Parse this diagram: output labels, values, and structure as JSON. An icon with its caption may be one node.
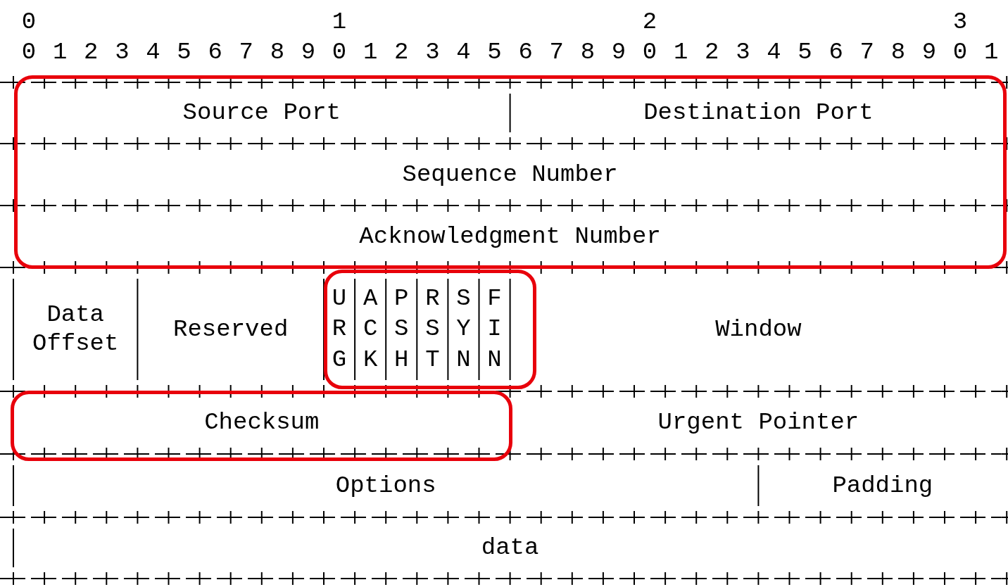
{
  "diagram": {
    "nodes": [
      {
        "text": [],
        "shape": "box"
      },
      {
        "text": [
          "Source Port"
        ],
        "in": 0
      },
      {
        "text": [
          "Destination Port"
        ],
        "in": 0
      },
      {
        "text": [
          "Sequence Number"
        ],
        "in": 0
      },
      {
        "text": [
          "Acknowledgment Number"
        ],
        "in": 0
      },
      {
        "text": [
          "Data Offset"
        ]
      },
      {
        "text": [
          "Reserved"
        ]
      },
      {
        "text": [],
        "shape": "box"
      },
      {
        "text": [
          "URG"
        ],
        "in": 7
      },
      {
        "text": [
          "ACK"
        ],
        "in": 7
      },
      {
        "text": [
          "PSH"
        ],
        "in": 7
      },
      {
        "text": [
          "RST"
        ],
        "in": 7
      },
      {
        "text": [
          "SYN"
        ],
        "in": 7
      },
      {
        "text": [
          "FIN"
        ],
        "in": 7
      },
      {
        "text": [
          "Window"
        ]
      },
      {
        "text": [],
        "shape": "box"
      },
      {
        "text": [
          "Checksum"
        ],
        "in": 15
      },
      {
        "text": [
          "Urgent Pointer"
        ]
      },
      {
        "text": [
          "Options"
        ]
      },
      {
        "text": [
          "Padding"
        ]
      },
      {
        "text": [
          "data"
        ]
      }
    ],
    "edges": [],
    "labels": [
      "0",
      "1",
      "2",
      "3",
      "0",
      "1",
      "2",
      "3",
      "4",
      "5",
      "6",
      "7",
      "8",
      "9",
      "0",
      "1",
      "2",
      "3",
      "4",
      "5",
      "6",
      "7",
      "8",
      "9",
      "0",
      "1",
      "2",
      "3",
      "4",
      "5",
      "6",
      "7",
      "8",
      "9",
      "0",
      "1"
    ]
  }
}
